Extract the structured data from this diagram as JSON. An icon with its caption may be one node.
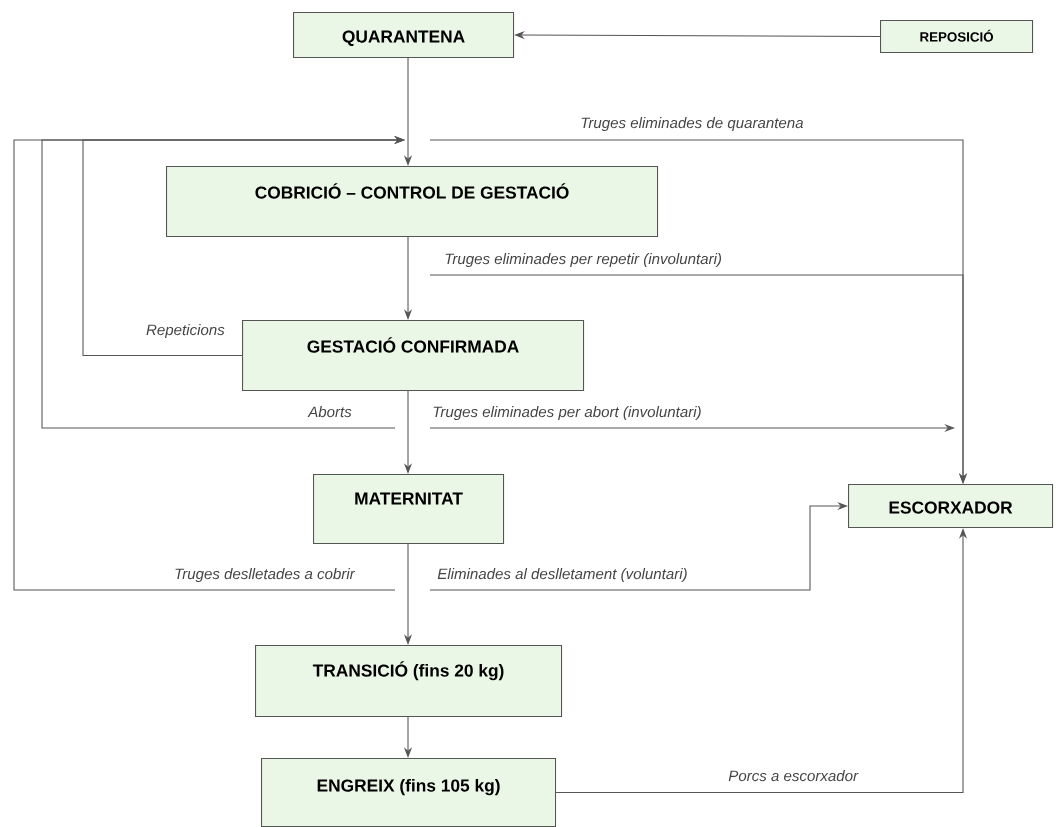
{
  "diagram": {
    "nodes": [
      {
        "text": [
          "QUARANTENA"
        ]
      },
      {
        "text": [
          "REPOSICIÓ"
        ]
      },
      {
        "text": [
          "COBRICIÓ – CONTROL DE GESTACIÓ"
        ]
      },
      {
        "text": [
          "GESTACIÓ CONFIRMADA"
        ]
      },
      {
        "text": [
          "MATERNITAT"
        ]
      },
      {
        "text": [
          "ESCORXADOR"
        ]
      },
      {
        "text": [
          "TRANSICIÓ (fins 20 kg)"
        ]
      },
      {
        "text": [
          "ENGREIX (fins 105 kg)"
        ]
      }
    ],
    "edges": [
      {
        "from": 1,
        "to": 0,
        "arrow": "to"
      },
      {
        "from": 0,
        "to": 2,
        "arrow": "to"
      },
      {
        "from": 2,
        "to": 3,
        "arrow": "to"
      },
      {
        "from": 3,
        "to": 4,
        "arrow": "to"
      },
      {
        "from": 4,
        "to": 6,
        "arrow": "to"
      },
      {
        "from": 6,
        "to": 7,
        "arrow": "to"
      },
      {
        "from": 7,
        "to": 5,
        "arrow": "to",
        "label": "Porcs a escorxador"
      },
      {
        "from": null,
        "to": 5,
        "arrow": "to",
        "label": "Truges eliminades de quarantena"
      },
      {
        "from": null,
        "to": 5,
        "arrow": "to",
        "label": "Truges eliminades per repetir  (involuntari)"
      },
      {
        "from": null,
        "to": 5,
        "arrow": "to",
        "label": "Truges eliminades per abort (involuntari)"
      },
      {
        "from": null,
        "to": 5,
        "arrow": "to",
        "label": "Eliminades al deslletament (voluntari)"
      },
      {
        "from": 3,
        "to": 2,
        "arrow": "to",
        "label": "Repeticions"
      },
      {
        "from": null,
        "to": 2,
        "arrow": "to",
        "label": "Aborts"
      },
      {
        "from": null,
        "to": 2,
        "arrow": "to",
        "label": "Truges deslletades a cobrir"
      }
    ]
  }
}
